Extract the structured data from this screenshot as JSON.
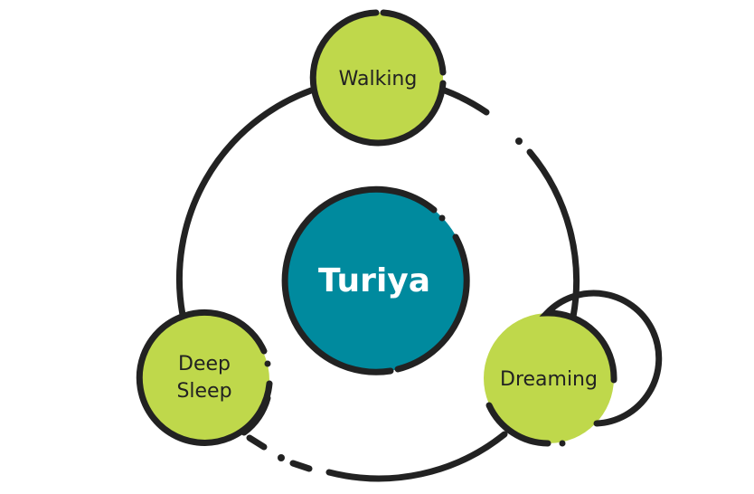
{
  "center": {
    "label": "Turiya"
  },
  "states": [
    {
      "id": "walking",
      "lines": [
        "Walking"
      ]
    },
    {
      "id": "dreaming",
      "lines": [
        "Dreaming"
      ]
    },
    {
      "id": "deep-sleep",
      "lines": [
        "Deep",
        "Sleep"
      ]
    }
  ],
  "colors": {
    "outline": "#222222",
    "center_fill": "#008a9e",
    "state_fill": "#bfd84b",
    "center_text": "#ffffff",
    "state_text": "#222222",
    "background": "#ffffff"
  }
}
